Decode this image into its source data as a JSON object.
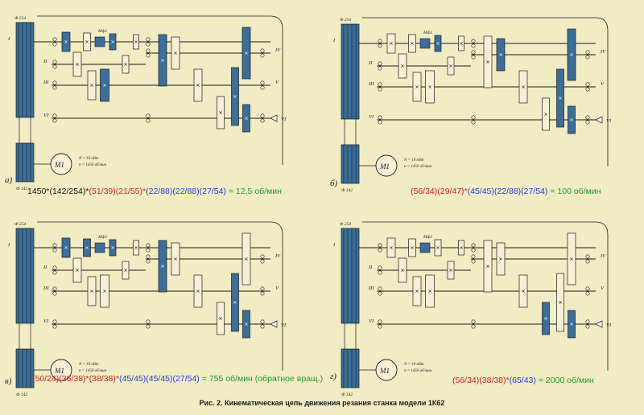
{
  "panels": [
    {
      "letter": "а)",
      "formula": {
        "black": "1450*(142/254)*",
        "red": "(51/39)(21/55)*",
        "blue": "(22/88)(22/88)(27/54)",
        "green": " = 12,5 об/мин"
      },
      "labels": {
        "dia_top": "Ф 254",
        "dia_bottom": "Ф 142",
        "motor": "М1",
        "power": "N = 10 кВт",
        "speed": "n = 1450 об/мин",
        "mf": "Мф1"
      }
    },
    {
      "letter": "б)",
      "formula": {
        "black": "",
        "red": "(56/34)(29/47)*",
        "blue": "(45/45)(22/88)(27/54)",
        "green": " = 100 об/мин"
      },
      "labels": {
        "dia_top": "Ф 254",
        "dia_bottom": "Ф 142",
        "motor": "М1",
        "power": "N = 10 кВт",
        "speed": "n = 1450 об/мин",
        "mf": "Мф1"
      }
    },
    {
      "letter": "в)",
      "formula": {
        "black": "",
        "red": "(50/24)(36/38)*(38/38)*",
        "blue": "(45/45)(45/45)(27/54)",
        "green": " = 755 об/мин (обратное вращ.)"
      },
      "labels": {
        "dia_top": "Ф 254",
        "dia_bottom": "Ф 142",
        "motor": "М1",
        "power": "N = 10 кВт",
        "speed": "n = 1450 об/мин",
        "mf": "Мф1"
      }
    },
    {
      "letter": "г)",
      "formula": {
        "black": "",
        "red": "(56/34)(38/38)*",
        "blue": "(65/43)",
        "green": " = 2000 об/мин"
      },
      "labels": {
        "dia_top": "Ф 254",
        "dia_bottom": "Ф 142",
        "motor": "М1",
        "power": "N = 10 кВт",
        "speed": "n = 1450 об/мин",
        "mf": "Мф1"
      }
    }
  ],
  "shaft_labels": [
    "I",
    "II",
    "III",
    "IV",
    "V",
    "VI"
  ],
  "caption": "Рис. 2. Кинематическая цепь движения резания станка модели 1К62",
  "colors": {
    "paper": "#f2ecc5",
    "engaged": "#3c6e99",
    "ink": "#1a1a1a",
    "red": "#d0241c",
    "blue": "#1d3fd0",
    "green": "#1f9a2c"
  }
}
